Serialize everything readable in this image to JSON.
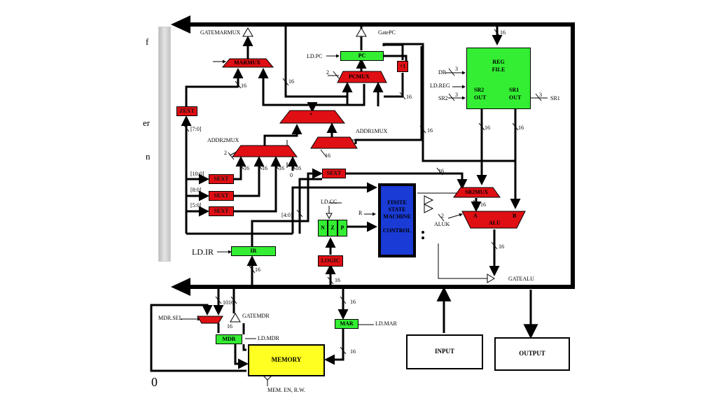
{
  "edge_letters": [
    "f",
    "er",
    "n"
  ],
  "page_number": "0",
  "buses": {
    "gatemarmux": "GATEMARMUX",
    "gatepc": "GatePC",
    "gatemdr": "GATEMDR",
    "gatealu": "GATEALU"
  },
  "blocks": {
    "marmux": "MARMUX",
    "pc": "PC",
    "pcmux": "PCMUX",
    "plus1": "+1",
    "zext": "ZEXT",
    "adder": "+",
    "addr1mux": "ADDR1MUX",
    "addr2mux": "ADDR2MUX",
    "sext1": "SEXT",
    "sext2": "SEXT",
    "sext3": "SEXT",
    "sext4": "SEXT",
    "ir": "IR",
    "logic": "LOGIC",
    "cc_n": "N",
    "cc_z": "Z",
    "cc_p": "P",
    "sr2mux": "SR2MUX",
    "alu": "ALU",
    "alu_a": "A",
    "alu_b": "B",
    "mar": "MAR",
    "mdr": "MDR",
    "memory": "MEMORY",
    "input": "INPUT",
    "output": "OUTPUT"
  },
  "regfile": {
    "title_1": "REG",
    "title_2": "FILE",
    "sr2out_1": "SR2",
    "sr2out_2": "OUT",
    "sr1out_1": "SR1",
    "sr1out_2": "OUT"
  },
  "fsm": {
    "line1": "FINITE",
    "line2": "STATE",
    "line3": "MACHINE",
    "line4": "CONTROL"
  },
  "signals": {
    "ld_pc": "LD.PC",
    "dr": "DR",
    "ld_reg": "LD.REG",
    "sr2": "SR2",
    "sr1": "SR1",
    "ld_cc": "LD.CC",
    "r": "R",
    "aluk": "ALUK",
    "ld_ir": "LD.IR",
    "mdr_sel": "MDR.SEL",
    "ld_mdr": "LD.MDR",
    "ld_mar": "LD.MAR",
    "mem_en": "MEM. EN, R.W."
  },
  "bit_labels": {
    "b16": "16",
    "b2": "2",
    "b3": "3",
    "b0": "0",
    "b10": "10",
    "z70": "[7:0]",
    "s100": "[10:0]",
    "s80": "[8:0]",
    "s50": "[5:0]",
    "s40": "[4:0]"
  },
  "colors": {
    "red": "#e00f14",
    "green": "#33ee33",
    "blue": "#1a3bd6",
    "yellow": "#ffff22",
    "black": "#000000"
  }
}
